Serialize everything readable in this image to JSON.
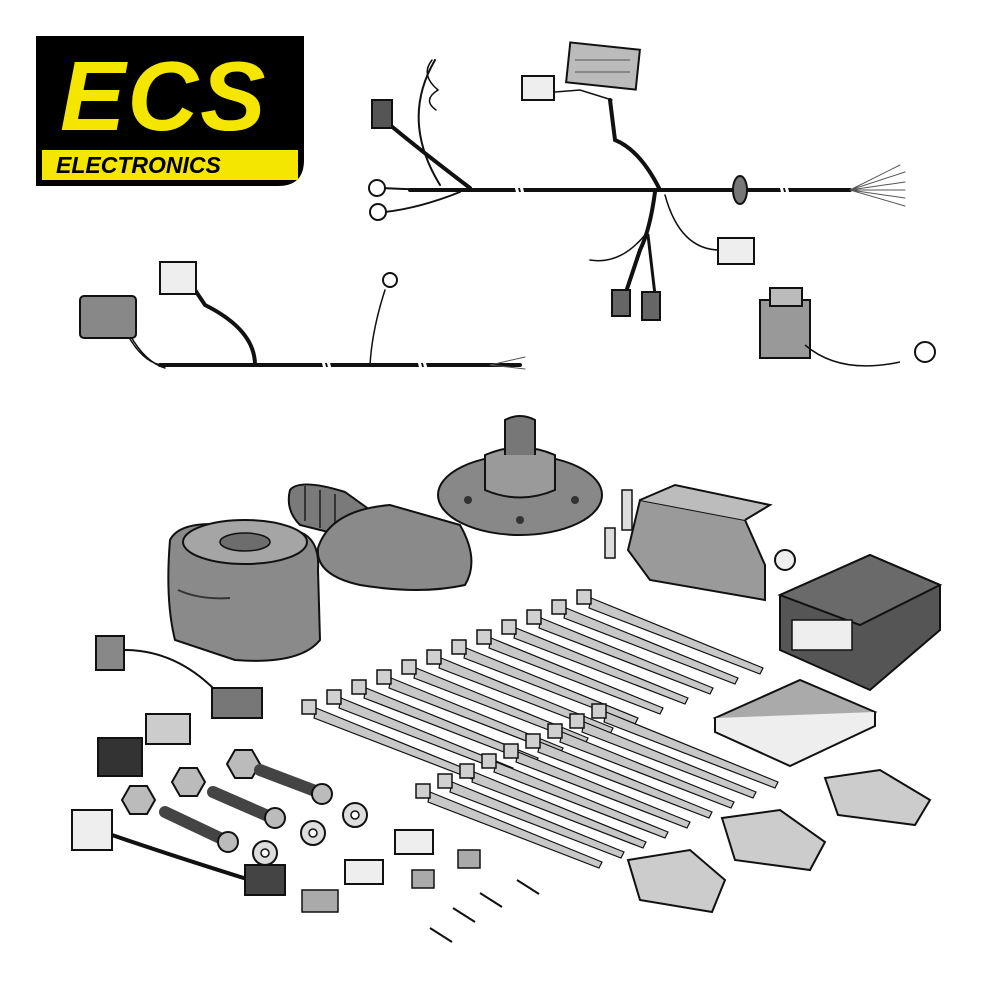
{
  "brand": {
    "name": "ECS",
    "subtitle": "ELECTRONICS",
    "bg_color": "#000000",
    "accent_color": "#f5e600"
  },
  "colors": {
    "wire": "#111111",
    "part_grey": "#8a8a8a",
    "part_light": "#d4d4d4",
    "part_dark": "#555555",
    "outline": "#222222"
  },
  "components": [
    {
      "name": "main-wiring-harness"
    },
    {
      "name": "relay-harness"
    },
    {
      "name": "socket-relay"
    },
    {
      "name": "13-pin-socket"
    },
    {
      "name": "rubber-boot"
    },
    {
      "name": "socket-gasket"
    },
    {
      "name": "relay"
    },
    {
      "name": "control-module"
    },
    {
      "name": "cable-ties"
    },
    {
      "name": "adhesive-pad"
    },
    {
      "name": "bolts"
    },
    {
      "name": "nuts"
    },
    {
      "name": "washers"
    },
    {
      "name": "fuses"
    },
    {
      "name": "crimp-terminals"
    },
    {
      "name": "connector-clips"
    },
    {
      "name": "connectors"
    }
  ]
}
